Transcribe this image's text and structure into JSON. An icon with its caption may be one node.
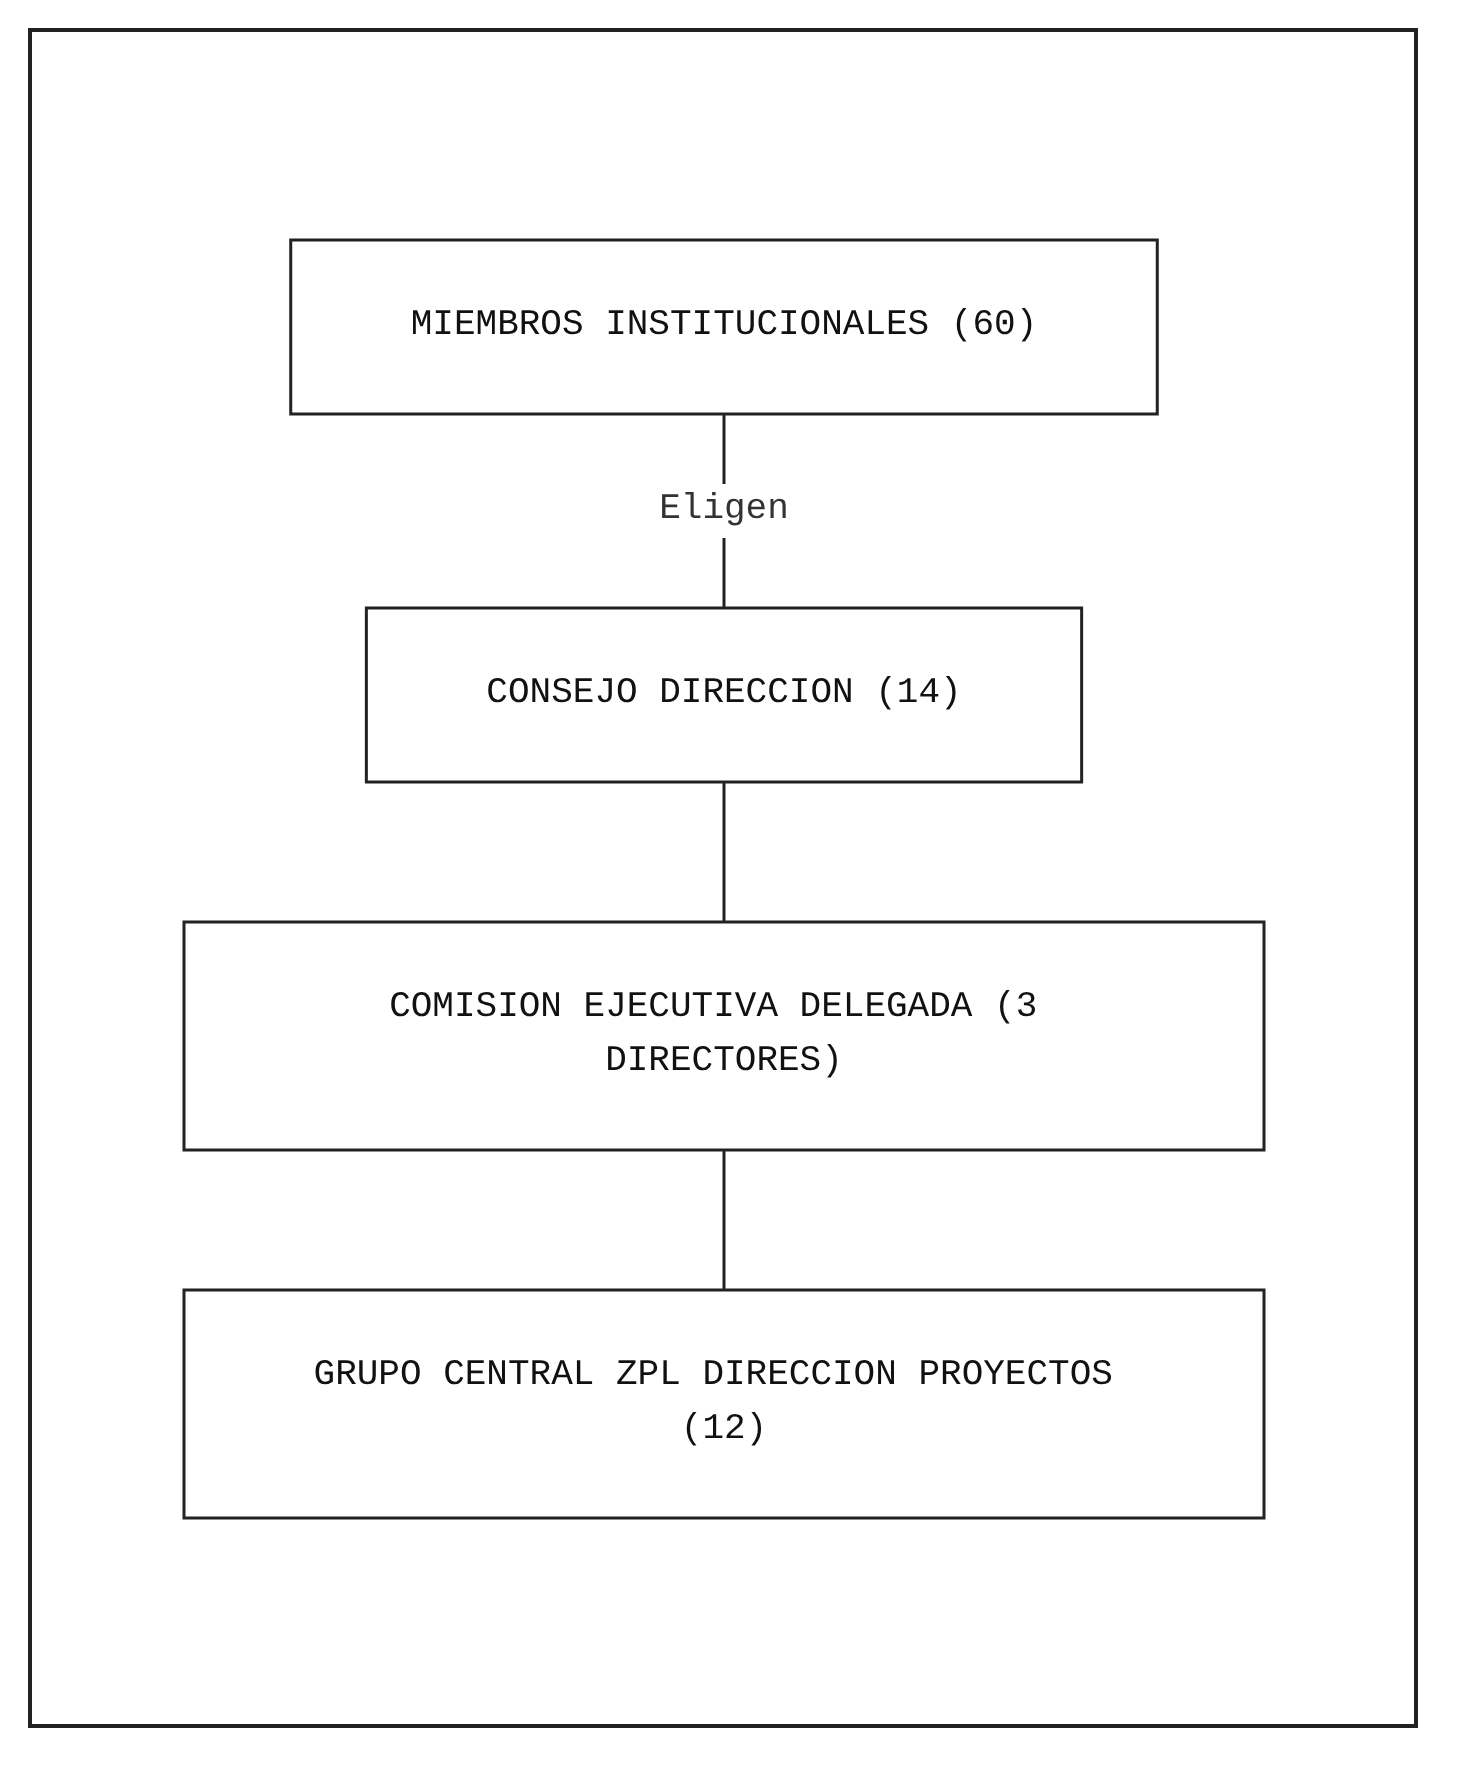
{
  "diagram": {
    "nodes": [
      {
        "text": [
          "MIEMBROS INSTITUCIONALES (60)"
        ]
      },
      {
        "text": [
          "CONSEJO DIRECCION (14)"
        ]
      },
      {
        "text": [
          "COMISION EJECUTIVA DELEGADA (3 DIRECTORES)"
        ]
      },
      {
        "text": [
          "GRUPO CENTRAL ZPL DIRECCION PROYECTOS (12)"
        ]
      }
    ],
    "edges": [
      {
        "from": 0,
        "to": 1,
        "arrow": "none",
        "label": "Eligen"
      },
      {
        "from": 1,
        "to": 2,
        "arrow": "none"
      },
      {
        "from": 2,
        "to": 3,
        "arrow": "none"
      }
    ]
  }
}
